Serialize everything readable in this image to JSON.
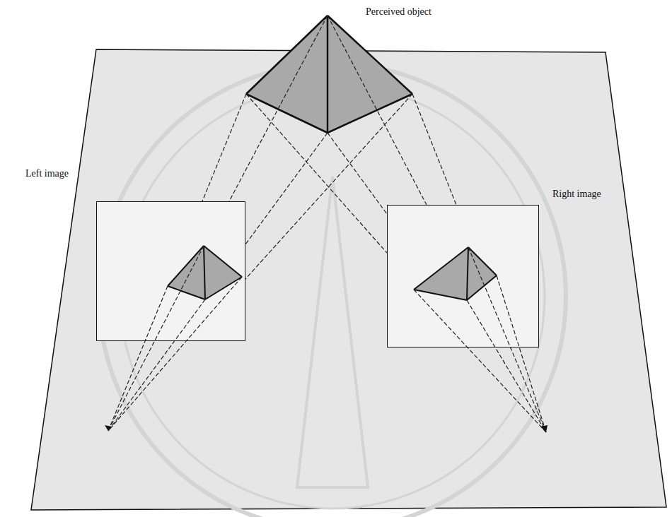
{
  "diagram": {
    "nodes": [
      {
        "text": [
          "Left image"
        ]
      },
      {
        "text": [
          "Right image"
        ]
      }
    ],
    "labels": [
      "Perceived object"
    ]
  }
}
